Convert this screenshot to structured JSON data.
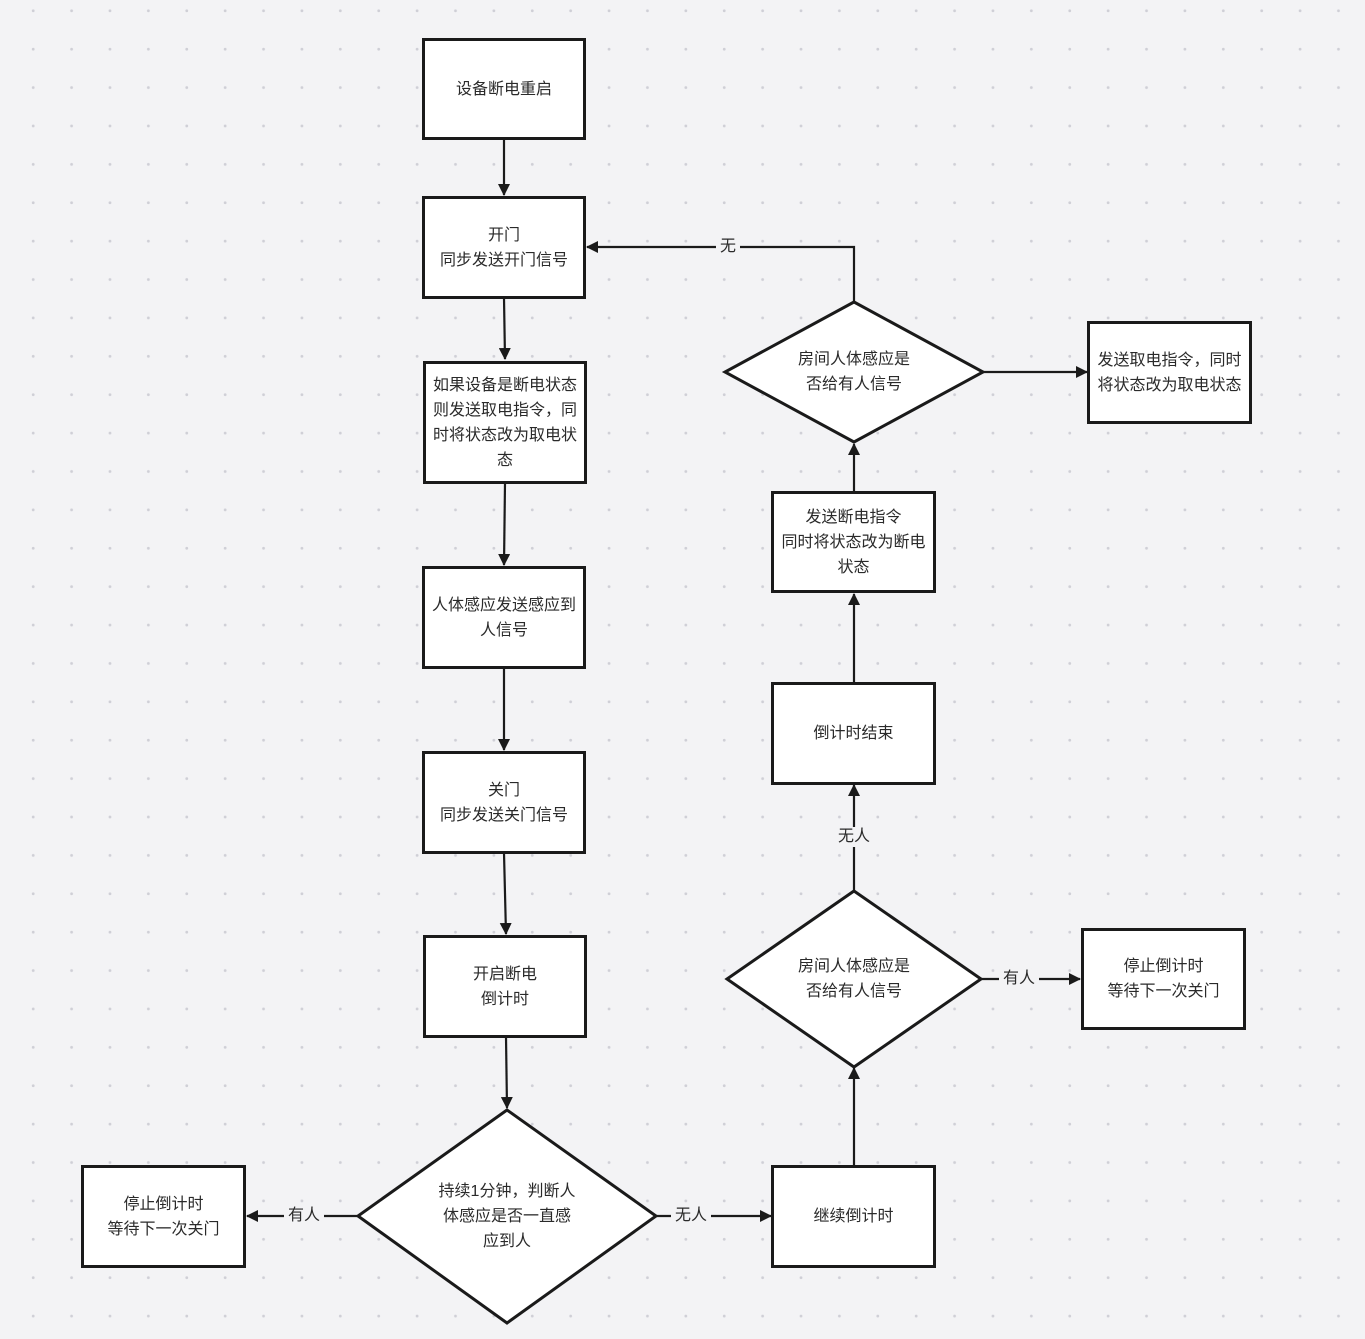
{
  "nodes": {
    "power_restart": "设备断电重启",
    "open_door": "开门\n同步发送开门信号",
    "power_take_check": "如果设备是断电状态\n则发送取电指令，同\n时将状态改为取电状\n态",
    "body_sense_send": "人体感应发送感应到\n人信号",
    "close_door": "关门\n同步发送关门信号",
    "start_countdown": "开启断电\n倒计时",
    "one_minute_check": "持续1分钟，判断人\n体感应是否一直感\n应到人",
    "stop_countdown_left": "停止倒计时\n等待下一次关门",
    "continue_countdown": "继续倒计时",
    "room_sense_check_lower": "房间人体感应是\n否给有人信号",
    "stop_countdown_right": "停止倒计时\n等待下一次关门",
    "countdown_end": "倒计时结束",
    "send_power_off": "发送断电指令\n同时将状态改为断电\n状态",
    "room_sense_check_upper": "房间人体感应是\n否给有人信号",
    "send_power_take": "发送取电指令，同时\n将状态改为取电状态"
  },
  "edge_labels": {
    "none": "无",
    "someone_left": "有人",
    "no_one_bottom": "无人",
    "no_one_up": "无人",
    "someone_right": "有人"
  }
}
